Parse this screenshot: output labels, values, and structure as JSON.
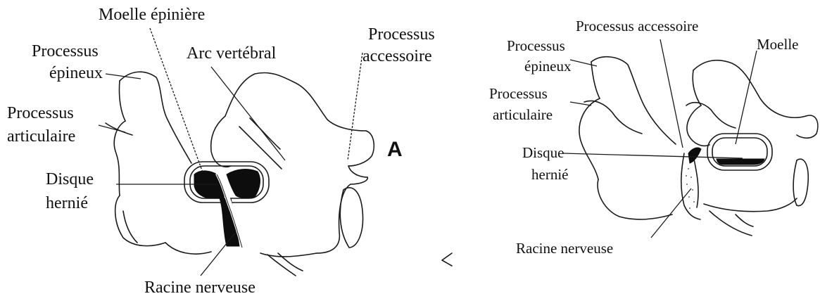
{
  "figure_a": {
    "panel_letter": "A",
    "labels": {
      "moelle_epiniere": "Moelle épinière",
      "processus_epineux_1": "Processus",
      "processus_epineux_2": "épineux",
      "arc_vertebral": "Arc vertébral",
      "processus_accessoire_1": "Processus",
      "processus_accessoire_2": "accessoire",
      "processus_articulaire_1": "Processus",
      "processus_articulaire_2": "articulaire",
      "disque_hernie_1": "Disque",
      "disque_hernie_2": "hernié",
      "racine_nerveuse": "Racine nerveuse"
    }
  },
  "figure_b": {
    "labels": {
      "processus_accessoire": "Processus accessoire",
      "moelle": "Moelle",
      "processus_epineux_1": "Processus",
      "processus_epineux_2": "épineux",
      "processus_articulaire_1": "Processus",
      "processus_articulaire_2": "articulaire",
      "disque_hernie_1": "Disque",
      "disque_hernie_2": "hernié",
      "racine_nerveuse": "Racine nerveuse"
    }
  }
}
